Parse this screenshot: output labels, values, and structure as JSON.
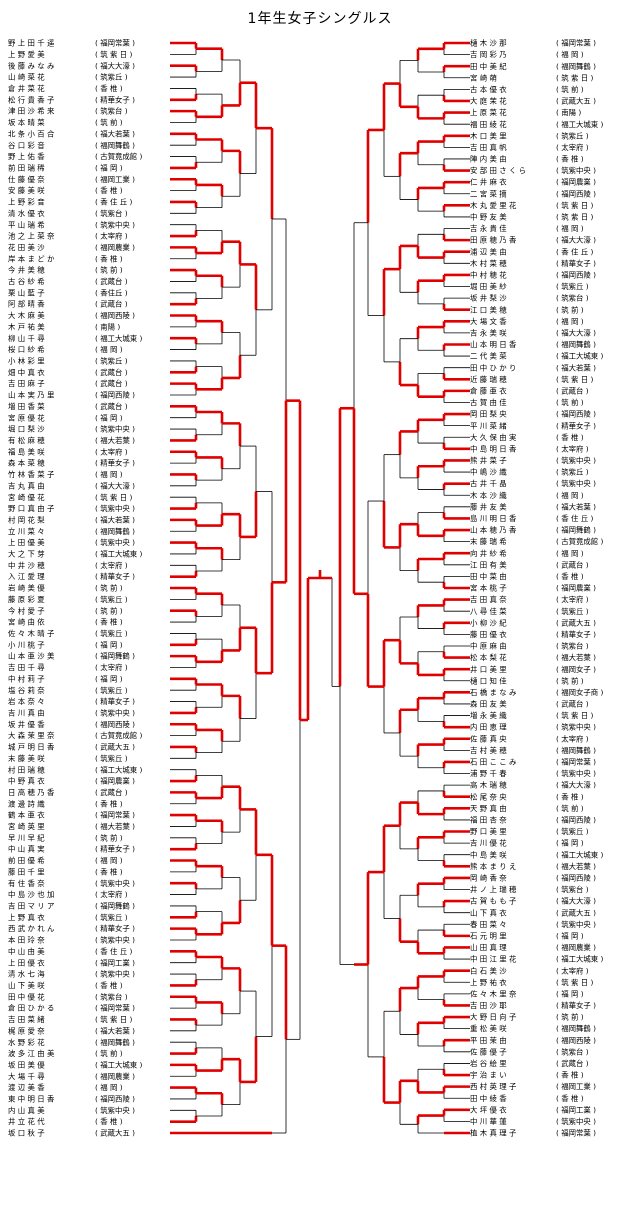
{
  "title": "1年生女子シングルス",
  "colors": {
    "winner_line": "#e00000",
    "loser_line": "#000000",
    "background": "#ffffff"
  },
  "left_players": [
    {
      "name": "野 上 田 千 遥",
      "club": "福岡常葉"
    },
    {
      "name": "上 野 愛 美",
      "club": "筑 紫 日"
    },
    {
      "name": "後 藤 み な み",
      "club": "福大大濠"
    },
    {
      "name": "山 崎 菜 花",
      "club": "筑紫丘"
    },
    {
      "name": "倉 井 菜 花",
      "club": "香 椎"
    },
    {
      "name": "松 行 貴 香 子",
      "club": "精華女子"
    },
    {
      "name": "津 田 沙 希 来",
      "club": "筑紫台"
    },
    {
      "name": "坂 本 晴 菜",
      "club": "筑 前"
    },
    {
      "name": "北 条 小 百 合",
      "club": "福大若葉"
    },
    {
      "name": "谷 口 彩 音",
      "club": "福岡舞鶴"
    },
    {
      "name": "野 上 佑 香",
      "club": "古賀竟成館"
    },
    {
      "name": "前 田 瑞 稀",
      "club": "福 岡"
    },
    {
      "name": "仕 藤 優 奈",
      "club": "福岡工業"
    },
    {
      "name": "安 藤 美 咲",
      "club": "香 椎"
    },
    {
      "name": "上 野 彩 音",
      "club": "香 住 丘"
    },
    {
      "name": "清 水 優 衣",
      "club": "筑紫台"
    },
    {
      "name": "平 山 瑞 希",
      "club": "筑紫中央"
    },
    {
      "name": "池 之 上 菜 奈",
      "club": "太宰府"
    },
    {
      "name": "花 田 美 沙",
      "club": "福岡農業"
    },
    {
      "name": "岸 本 ま ど か",
      "club": "香 椎"
    },
    {
      "name": "今 井 美 穂",
      "club": "筑 前"
    },
    {
      "name": "古 谷 紗 希",
      "club": "武蔵台"
    },
    {
      "name": "栗 山 藍 子",
      "club": "香住丘"
    },
    {
      "name": "阿 部 晴 香",
      "club": "武蔵台"
    },
    {
      "name": "大 木 麻 美",
      "club": "福岡西陵"
    },
    {
      "name": "木 戸 祐 美",
      "club": "南陽"
    },
    {
      "name": "柳 山 千 尋",
      "club": "福工大城東"
    },
    {
      "name": "桜 口 紗 希",
      "club": "福 岡"
    },
    {
      "name": "小 林 彩 里",
      "club": "筑紫丘"
    },
    {
      "name": "畑 中 真 衣",
      "club": "武蔵台"
    },
    {
      "name": "吉 田 麻 子",
      "club": "武蔵台"
    },
    {
      "name": "山 本 実 乃 里",
      "club": "福岡西陵"
    },
    {
      "name": "増 田 香 菜",
      "club": "武蔵台"
    },
    {
      "name": "宮 原 優 花",
      "club": "福 岡"
    },
    {
      "name": "堀 口 梨 沙",
      "club": "筑紫中央"
    },
    {
      "name": "有 松 麻 穂",
      "club": "福大若葉"
    },
    {
      "name": "福 島 美 咲",
      "club": "太宰府"
    },
    {
      "name": "森 本 菜 穂",
      "club": "精華女子"
    },
    {
      "name": "竹 林 香 菜 子",
      "club": "福 岡"
    },
    {
      "name": "吉 丸 真 由",
      "club": "福大大濠"
    },
    {
      "name": "宮 崎 優 花",
      "club": "筑 紫 日"
    },
    {
      "name": "野 口 真 由 子",
      "club": "筑紫中央"
    },
    {
      "name": "村 岡 花 梨",
      "club": "福大若葉"
    },
    {
      "name": "立 川 菜 々",
      "club": "福岡舞鶴"
    },
    {
      "name": "上 田 優 美",
      "club": "筑紫中央"
    },
    {
      "name": "大 之 下 芽",
      "club": "福工大城東"
    },
    {
      "name": "中 井 沙 穂",
      "club": "太宰府"
    },
    {
      "name": "入 江 愛 理",
      "club": "精華女子"
    },
    {
      "name": "岩 崎 美 優",
      "club": "筑 前"
    },
    {
      "name": "藤 原 彩 夏",
      "club": "筑紫丘"
    },
    {
      "name": "今 村 愛 子",
      "club": "筑 前"
    },
    {
      "name": "宮 崎 由 依",
      "club": "香 椎"
    },
    {
      "name": "佐 々 木 晴 子",
      "club": "筑紫丘"
    },
    {
      "name": "小 川 桃 子",
      "club": "福 岡"
    },
    {
      "name": "山 本 亜 沙 美",
      "club": "福岡舞鶴"
    },
    {
      "name": "吉 田 千 尋",
      "club": "太宰府"
    },
    {
      "name": "中 村 莉 子",
      "club": "福 岡"
    },
    {
      "name": "塩 谷 莉 奈",
      "club": "筑紫丘"
    },
    {
      "name": "岩 本 奈 々",
      "club": "精華女子"
    },
    {
      "name": "吉 川 真 由",
      "club": "筑紫中央"
    },
    {
      "name": "坂 井 優 香",
      "club": "福岡西陵"
    },
    {
      "name": "大 森 茉 里 奈",
      "club": "古賀竟成館"
    },
    {
      "name": "城 戸 明 日 香",
      "club": "武蔵大五"
    },
    {
      "name": "末 藤 美 咲",
      "club": "筑紫丘"
    },
    {
      "name": "村 田 瑞 穂",
      "club": "福工大城東"
    },
    {
      "name": "中 野 真 衣",
      "club": "福岡農業"
    },
    {
      "name": "日 高 穂 乃 香",
      "club": "武蔵台"
    },
    {
      "name": "渡 邊 詩 織",
      "club": "香 椎"
    },
    {
      "name": "鶴 本 亜 衣",
      "club": "福岡常葉"
    },
    {
      "name": "宮 崎 英 里",
      "club": "福大若葉"
    },
    {
      "name": "早 川 早 紀",
      "club": "筑 前"
    },
    {
      "name": "中 山 真 実",
      "club": "精華女子"
    },
    {
      "name": "前 田 優 希",
      "club": "福 岡"
    },
    {
      "name": "藤 田 千 里",
      "club": "香 椎"
    },
    {
      "name": "有 住 香 奈",
      "club": "筑紫中央"
    },
    {
      "name": "中 島 沙 也 加",
      "club": "太宰府"
    },
    {
      "name": "吉 田 マ リ ア",
      "club": "福岡舞鶴"
    },
    {
      "name": "上 野 真 衣",
      "club": "筑紫丘"
    },
    {
      "name": "西 武 か れ ん",
      "club": "精華女子"
    },
    {
      "name": "本 田 玲 奈",
      "club": "筑紫中央"
    },
    {
      "name": "中 山 由 美",
      "club": "香 住 丘"
    },
    {
      "name": "上 田 優 衣",
      "club": "福岡工業"
    },
    {
      "name": "清 水 七 海",
      "club": "筑紫中央"
    },
    {
      "name": "山 下 美 咲",
      "club": "香 椎"
    },
    {
      "name": "田 中 優 花",
      "club": "筑紫台"
    },
    {
      "name": "倉 田 ひ か る",
      "club": "福岡常葉"
    },
    {
      "name": "吉 田 菜 緒",
      "club": "筑 紫 日"
    },
    {
      "name": "梶 原 愛 奈",
      "club": "福大若葉"
    },
    {
      "name": "水 野 彩 花",
      "club": "福岡舞鶴"
    },
    {
      "name": "波 多 江 由 美",
      "club": "筑 前"
    },
    {
      "name": "坂 田 美 優",
      "club": "福工大城東"
    },
    {
      "name": "大 場 千 尋",
      "club": "福岡農業"
    },
    {
      "name": "渡 辺 美 香",
      "club": "福 岡"
    },
    {
      "name": "東 中 明 日 香",
      "club": "福岡西陵"
    },
    {
      "name": "内 山 真 美",
      "club": "筑紫中央"
    },
    {
      "name": "井 立 花 代",
      "club": "香 椎"
    },
    {
      "name": "坂 口 秋 子",
      "club": "武蔵大五"
    }
  ],
  "right_players": [
    {
      "name": "樋 木 沙 那",
      "club": "福岡常葉"
    },
    {
      "name": "吉 岡 彩 乃",
      "club": "福 岡"
    },
    {
      "name": "田 中 美 紀",
      "club": "福岡舞鶴"
    },
    {
      "name": "宮 崎 萌",
      "club": "筑 紫 日"
    },
    {
      "name": "古 本 優 衣",
      "club": "筑 前"
    },
    {
      "name": "大 庭 茉 花",
      "club": "武蔵大五"
    },
    {
      "name": "上 原 菜 花",
      "club": "南陽"
    },
    {
      "name": "福 田 綾 花",
      "club": "福工大城東"
    },
    {
      "name": "木 口 美 里",
      "club": "筑紫丘"
    },
    {
      "name": "吉 田 真 帆",
      "club": "太宰府"
    },
    {
      "name": "陣 内 美 由",
      "club": "香 椎"
    },
    {
      "name": "安 部 田 さ く ら",
      "club": "筑紫中央"
    },
    {
      "name": "仁 井 麻 衣",
      "club": "福岡農業"
    },
    {
      "name": "二 宮 菜 摘",
      "club": "福岡西陵"
    },
    {
      "name": "木 丸 愛 里 花",
      "club": "筑 紫 日"
    },
    {
      "name": "中 野 友 美",
      "club": "筑 紫 日"
    },
    {
      "name": "吉 永 貴 佳",
      "club": "福 岡"
    },
    {
      "name": "田 原 穂 乃 香",
      "club": "福大大濠"
    },
    {
      "name": "浦 辺 美 由",
      "club": "香 住 丘"
    },
    {
      "name": "木 村 菜 穂",
      "club": "精華女子"
    },
    {
      "name": "中 村 穂 花",
      "club": "福岡西陵"
    },
    {
      "name": "堀 田 美 紗",
      "club": "筑紫丘"
    },
    {
      "name": "坂 井 梨 沙",
      "club": "筑紫台"
    },
    {
      "name": "江 口 美 穂",
      "club": "筑 前"
    },
    {
      "name": "大 場 文 香",
      "club": "福 岡"
    },
    {
      "name": "吉 永 美 咲",
      "club": "福大大濠"
    },
    {
      "name": "山 本 明 日 香",
      "club": "福岡舞鶴"
    },
    {
      "name": "二 代 美 菜",
      "club": "福工大城東"
    },
    {
      "name": "田 中 ひ か り",
      "club": "福大若葉"
    },
    {
      "name": "近 藤 瑞 穂",
      "club": "筑 紫 日"
    },
    {
      "name": "倉 藤 亜 衣",
      "club": "武蔵台"
    },
    {
      "name": "古 賀 由 佳",
      "club": "筑 前"
    },
    {
      "name": "岡 田 梨 央",
      "club": "福岡西陵"
    },
    {
      "name": "平 川 菜 緒",
      "club": "精華女子"
    },
    {
      "name": "大 久 保 由 実",
      "club": "香 椎"
    },
    {
      "name": "中 島 明 日 香",
      "club": "太宰府"
    },
    {
      "name": "熊 井 菜 子",
      "club": "筑紫中央"
    },
    {
      "name": "中 嶋 沙 織",
      "club": "筑紫丘"
    },
    {
      "name": "古 井 千 晶",
      "club": "筑紫中央"
    },
    {
      "name": "木 本 沙 織",
      "club": "福 岡"
    },
    {
      "name": "藤 井 友 美",
      "club": "福大若葉"
    },
    {
      "name": "島 川 明 日 香",
      "club": "香 住 丘"
    },
    {
      "name": "山 本 穂 乃 香",
      "club": "福岡舞鶴"
    },
    {
      "name": "末 藤 瑞 希",
      "club": "古賀竟成館"
    },
    {
      "name": "向 井 紗 希",
      "club": "福 岡"
    },
    {
      "name": "江 田 有 美",
      "club": "武蔵台"
    },
    {
      "name": "田 中 菜 由",
      "club": "香 椎"
    },
    {
      "name": "宮 本 桃 子",
      "club": "福岡農業"
    },
    {
      "name": "吉 田 真 奈",
      "club": "太宰府"
    },
    {
      "name": "八 尋 佳 菜",
      "club": "筑紫丘"
    },
    {
      "name": "小 柳 沙 紀",
      "club": "武蔵大五"
    },
    {
      "name": "藤 田 優 衣",
      "club": "精華女子"
    },
    {
      "name": "中 原 麻 由",
      "club": "筑紫台"
    },
    {
      "name": "松 本 梨 花",
      "club": "福大若葉"
    },
    {
      "name": "井 口 美 里",
      "club": "福岡女子"
    },
    {
      "name": "樋 口 知 佳",
      "club": "筑 前"
    },
    {
      "name": "石 橋 ま な み",
      "club": "福岡女子商"
    },
    {
      "name": "森 田 友 美",
      "club": "武蔵台"
    },
    {
      "name": "増 永 美 織",
      "club": "筑 紫 日"
    },
    {
      "name": "内 田 恵 理",
      "club": "筑紫中央"
    },
    {
      "name": "佐 藤 真 央",
      "club": "太宰府"
    },
    {
      "name": "吉 村 美 穂",
      "club": "福岡舞鶴"
    },
    {
      "name": "石 田 こ こ み",
      "club": "福岡常葉"
    },
    {
      "name": "浦 野 千 春",
      "club": "筑紫中央"
    },
    {
      "name": "高 木 瑞 穂",
      "club": "福大大濠"
    },
    {
      "name": "松 尾 奈 央",
      "club": "香 椎"
    },
    {
      "name": "天 野 真 由",
      "club": "筑 前"
    },
    {
      "name": "福 田 杏 奈",
      "club": "福岡西陵"
    },
    {
      "name": "野 口 美 里",
      "club": "筑紫丘"
    },
    {
      "name": "吉 川 優 花",
      "club": "福 岡"
    },
    {
      "name": "中 島 美 咲",
      "club": "福工大城東"
    },
    {
      "name": "熊 本 ま り え",
      "club": "福大若葉"
    },
    {
      "name": "岡 崎 香 奈",
      "club": "福岡西陵"
    },
    {
      "name": "井 ノ 上 瑞 穂",
      "club": "筑紫台"
    },
    {
      "name": "古 賀 も も 子",
      "club": "福大大濠"
    },
    {
      "name": "山 下 真 衣",
      "club": "武蔵大五"
    },
    {
      "name": "春 田 菜 々",
      "club": "筑紫中央"
    },
    {
      "name": "石 元 明 里",
      "club": "福 岡"
    },
    {
      "name": "山 田 真 理",
      "club": "福岡農業"
    },
    {
      "name": "中 田 江 里 花",
      "club": "福工大城東"
    },
    {
      "name": "白 石 美 沙",
      "club": "太宰府"
    },
    {
      "name": "上 野 祐 衣",
      "club": "筑 紫 日"
    },
    {
      "name": "佐 々 木 里 奈",
      "club": "福 岡"
    },
    {
      "name": "吉 田 沙 耶",
      "club": "精華女子"
    },
    {
      "name": "大 野 日 向 子",
      "club": "筑 前"
    },
    {
      "name": "重 松 美 咲",
      "club": "福岡舞鶴"
    },
    {
      "name": "平 田 茉 由",
      "club": "福岡西陵"
    },
    {
      "name": "佐 藤 優 子",
      "club": "筑紫台"
    },
    {
      "name": "岩 谷 絵 里",
      "club": "武蔵台"
    },
    {
      "name": "宇 治 ま い",
      "club": "香 椎"
    },
    {
      "name": "西 村 英 理 子",
      "club": "福岡工業"
    },
    {
      "name": "田 中 綾 香",
      "club": "香 椎"
    },
    {
      "name": "大 坪 優 衣",
      "club": "福岡工業"
    },
    {
      "name": "中 川 華 蓮",
      "club": "筑紫中央"
    },
    {
      "name": "植 木 真 理 子",
      "club": "福岡常葉"
    }
  ]
}
